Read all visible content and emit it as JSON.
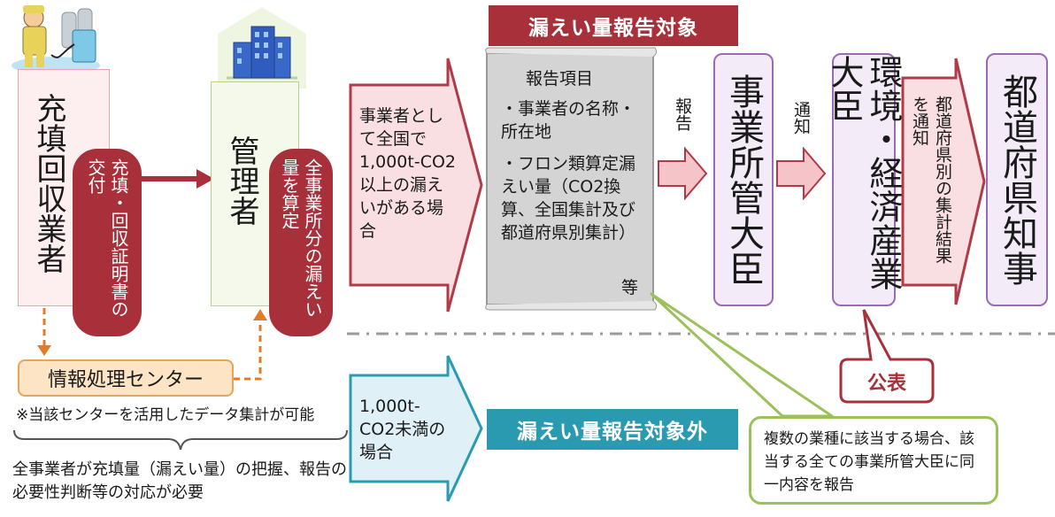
{
  "actors": {
    "recovery_operator": "充填回収業者",
    "manager": "管理者",
    "ministry_official": "事業所管大臣",
    "environment_minister": "環境・経済産業大臣",
    "prefecture_governor": "都道府県知事"
  },
  "pills": {
    "certificate": "充填・回収証明書の交付",
    "calculate": "全事業所分の漏えい量を算定"
  },
  "banners": {
    "target": "漏えい量報告対象",
    "not_target": "漏えい量報告対象外"
  },
  "arrows": {
    "over_threshold": "事業者として全国で1,000t-CO2以上の漏えいがある場合",
    "under_threshold": "1,000t-CO2未満の場合",
    "report": "報告",
    "notify": "通知",
    "notify_prefecture": "都道府県別の集計結果を通知"
  },
  "report_items": {
    "title": "報告項目",
    "items": [
      "・事業者の名称・所在地",
      "・フロン類算定漏えい量（CO2換算、全国集計及び都道府県別集計）"
    ],
    "etc": "等"
  },
  "info_center": {
    "label": "情報処理センター",
    "note": "※当該センターを活用したデータ集計が可能"
  },
  "bottom_note": "全事業者が充填量（漏えい量）の把握、報告の必要性判断等の対応が必要",
  "publish": "公表",
  "callout": "複数の業種に該当する場合、該当する全ての事業所管大臣に同一内容を報告",
  "colors": {
    "red_banner": "#a8303a",
    "blue_banner": "#2a9ab0",
    "officer_border": "#9a6ab2",
    "callout_border": "#9cc05a",
    "dashed_orange": "#e07b2a"
  }
}
